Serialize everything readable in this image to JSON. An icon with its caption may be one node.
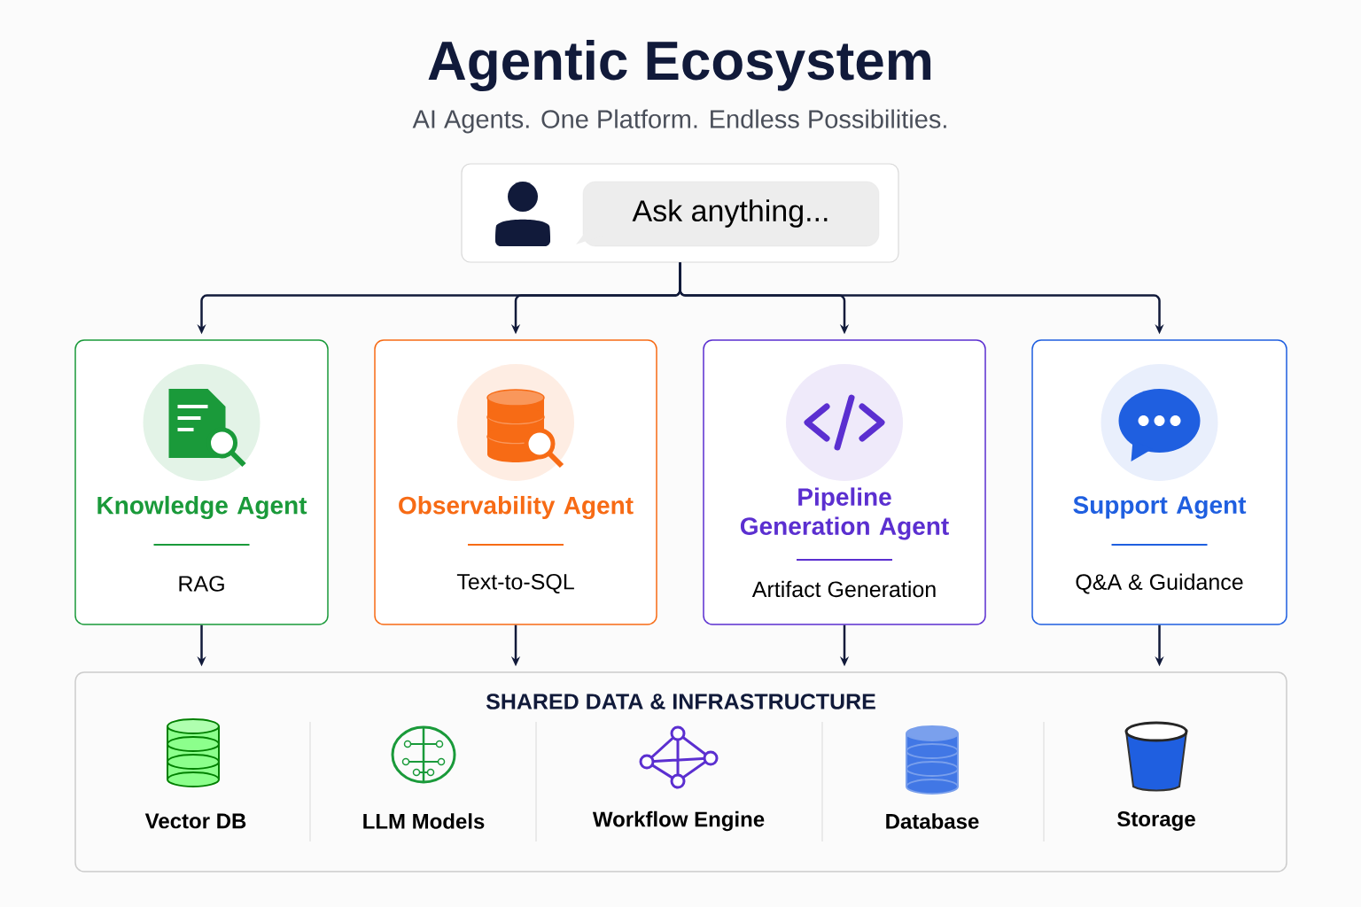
{
  "diagram": {
    "title": "Agentic Ecosystem",
    "nodes": [
      {
        "text": [
          "Ask anything..."
        ]
      },
      {
        "text": [
          "Knowledge Agent",
          "RAG"
        ]
      },
      {
        "text": [
          "Observability Agent",
          "Text-to-SQL"
        ]
      },
      {
        "text": [
          "Pipeline Generation Agent",
          "Artifact Generation"
        ]
      },
      {
        "text": [
          "Support Agent",
          "Q&A & Guidance"
        ]
      },
      {
        "text": [
          "SHARED DATA & INFRASTRUCTURE"
        ]
      }
    ],
    "edges": [
      {
        "from": 0,
        "to": 1,
        "arrow": "to"
      },
      {
        "from": 0,
        "to": 2,
        "arrow": "to"
      },
      {
        "from": 0,
        "to": 3,
        "arrow": "to"
      },
      {
        "from": 0,
        "to": 4,
        "arrow": "to"
      },
      {
        "from": 1,
        "to": 5,
        "arrow": "to"
      },
      {
        "from": 2,
        "to": 5,
        "arrow": "to"
      },
      {
        "from": 3,
        "to": 5,
        "arrow": "to"
      },
      {
        "from": 4,
        "to": 5,
        "arrow": "to"
      }
    ],
    "labels": [
      "AI Agents. One Platform. Endless Possibilities.",
      "Vector DB",
      "LLM Models",
      "Workflow Engine",
      "Database",
      "Storage"
    ]
  }
}
